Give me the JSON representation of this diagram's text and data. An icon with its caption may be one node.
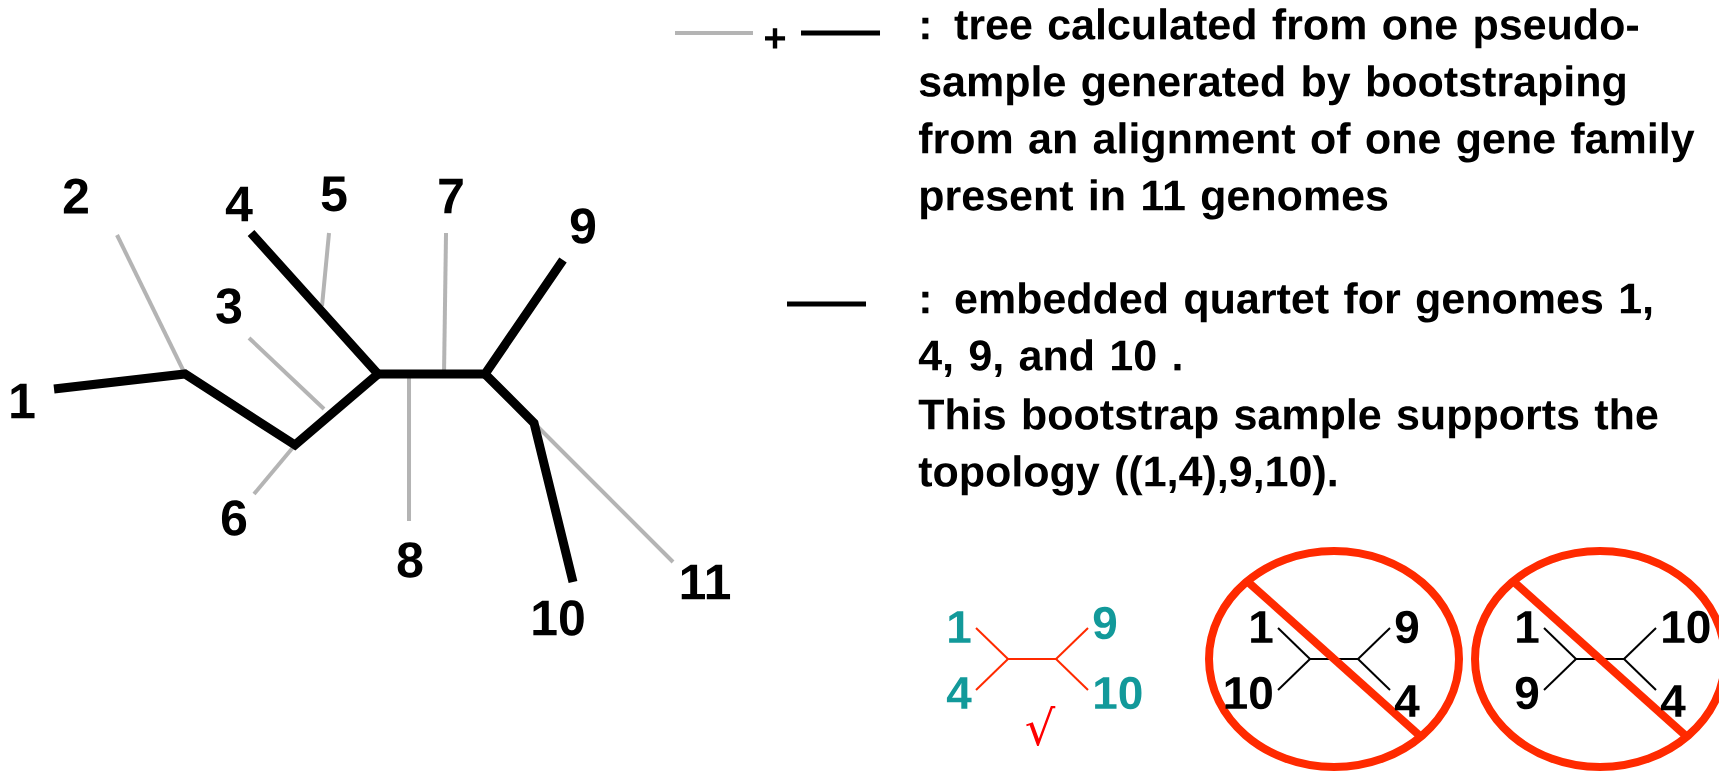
{
  "diagram": {
    "labels": [
      "+",
      "2",
      "4",
      "5",
      "7",
      "9",
      "3",
      "1",
      "6",
      "8",
      "10",
      "11",
      "This bootstrap sample supports the topology ((1,4),9,10).",
      "1",
      "9",
      "4",
      "10",
      "√",
      "1",
      "9",
      "10",
      "4",
      "1",
      "10",
      "9",
      "4"
    ],
    "legend": [
      {
        "text": ": tree calculated from one pseudo-sample generated by bootstraping from an alignment of one gene family present in 11 genomes"
      },
      {
        "text": ": embedded quartet for genomes 1, 4, 9, and 10 ."
      }
    ]
  }
}
